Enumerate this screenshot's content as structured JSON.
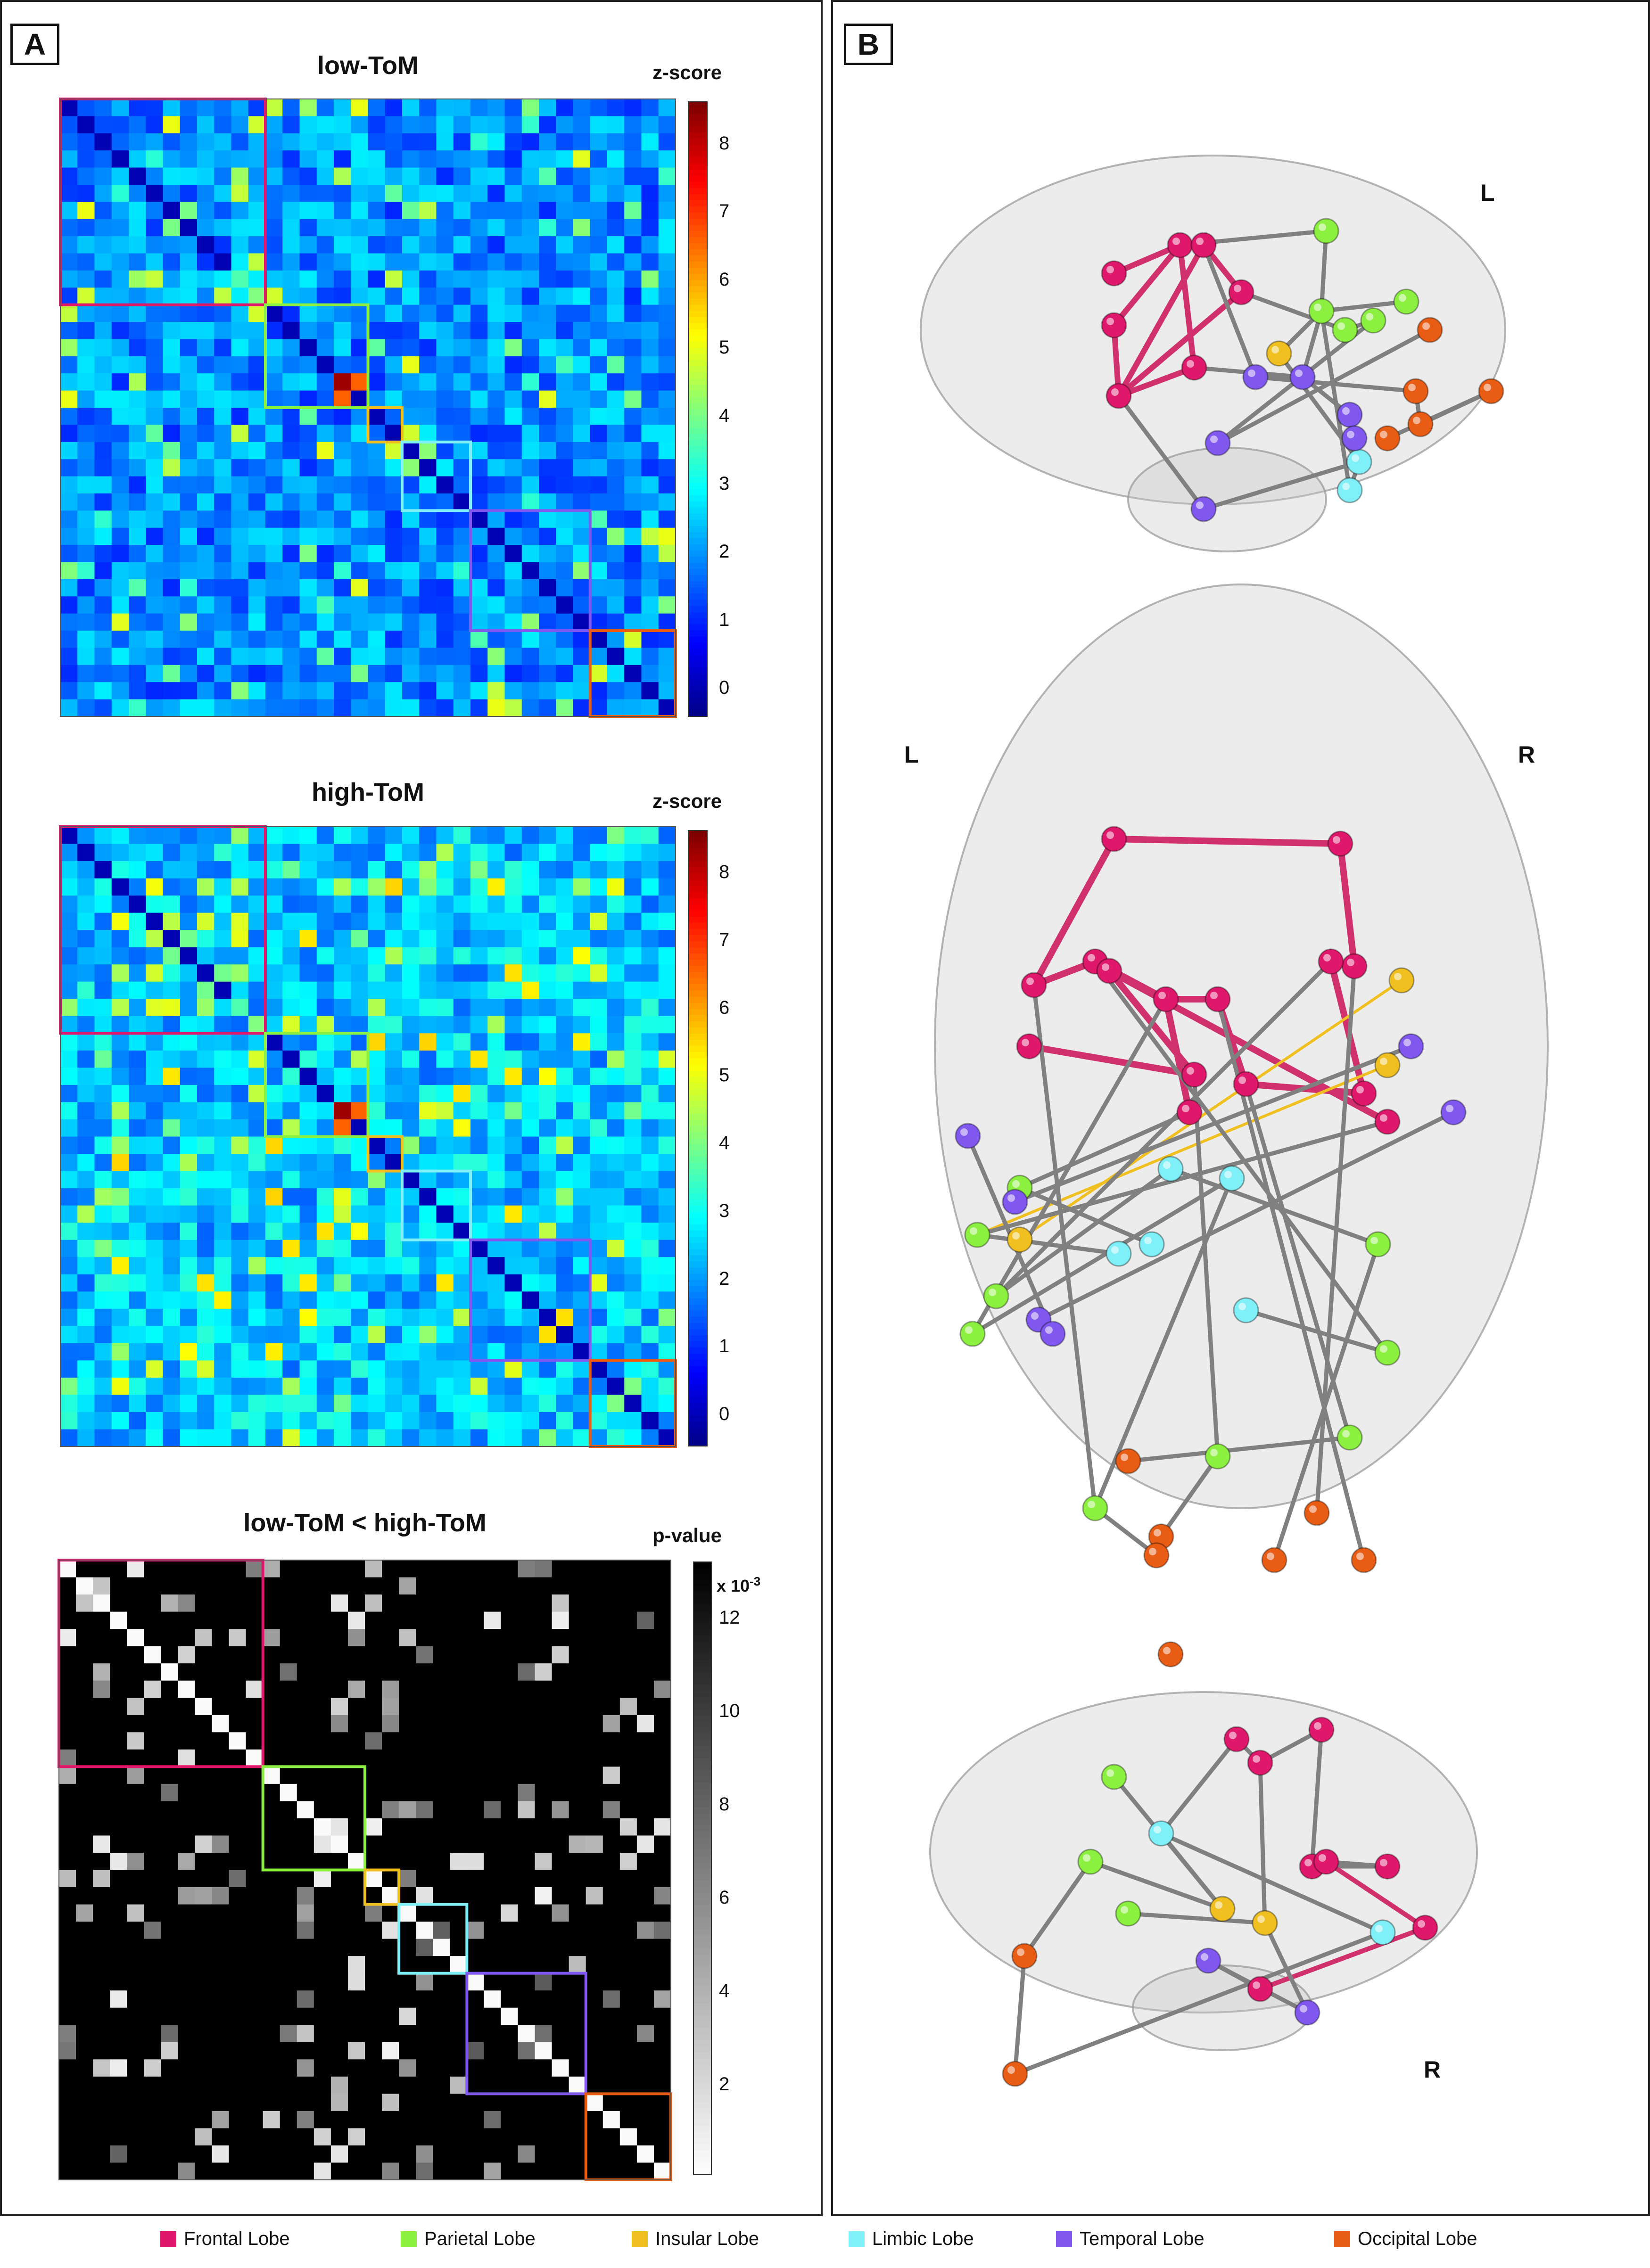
{
  "panels": {
    "A": "A",
    "B": "B"
  },
  "matrices": [
    {
      "title": "low-ToM",
      "colorbar_title": "z-score",
      "colormap": "jet",
      "ticks": [
        "8",
        "7",
        "6",
        "5",
        "4",
        "3",
        "2",
        "1",
        "0"
      ]
    },
    {
      "title": "high-ToM",
      "colorbar_title": "z-score",
      "colormap": "jet",
      "ticks": [
        "8",
        "7",
        "6",
        "5",
        "4",
        "3",
        "2",
        "1",
        "0"
      ]
    },
    {
      "title": "low-ToM < high-ToM",
      "colorbar_title": "p-value",
      "colormap": "gray",
      "exponent_base": "x 10",
      "exponent_power": "-3",
      "ticks": [
        "12",
        "10",
        "8",
        "6",
        "4",
        "2"
      ]
    }
  ],
  "lobe_blocks": [
    "Frontal Lobe",
    "Parietal Lobe",
    "Insular Lobe",
    "Limbic Lobe",
    "Temporal Lobe",
    "Occipital Lobe"
  ],
  "brain_views": {
    "sagittal_left_label": "L",
    "axial_left_label": "L",
    "axial_right_label": "R",
    "sagittal_right_label": "R"
  },
  "legend": [
    {
      "label": "Frontal Lobe",
      "color": "#e0186c"
    },
    {
      "label": "Parietal Lobe",
      "color": "#8cf040"
    },
    {
      "label": "Insular Lobe",
      "color": "#f0c020"
    },
    {
      "label": "Limbic Lobe",
      "color": "#80f0f8"
    },
    {
      "label": "Temporal Lobe",
      "color": "#8058f0"
    },
    {
      "label": "Occipital Lobe",
      "color": "#e85c14"
    }
  ]
}
